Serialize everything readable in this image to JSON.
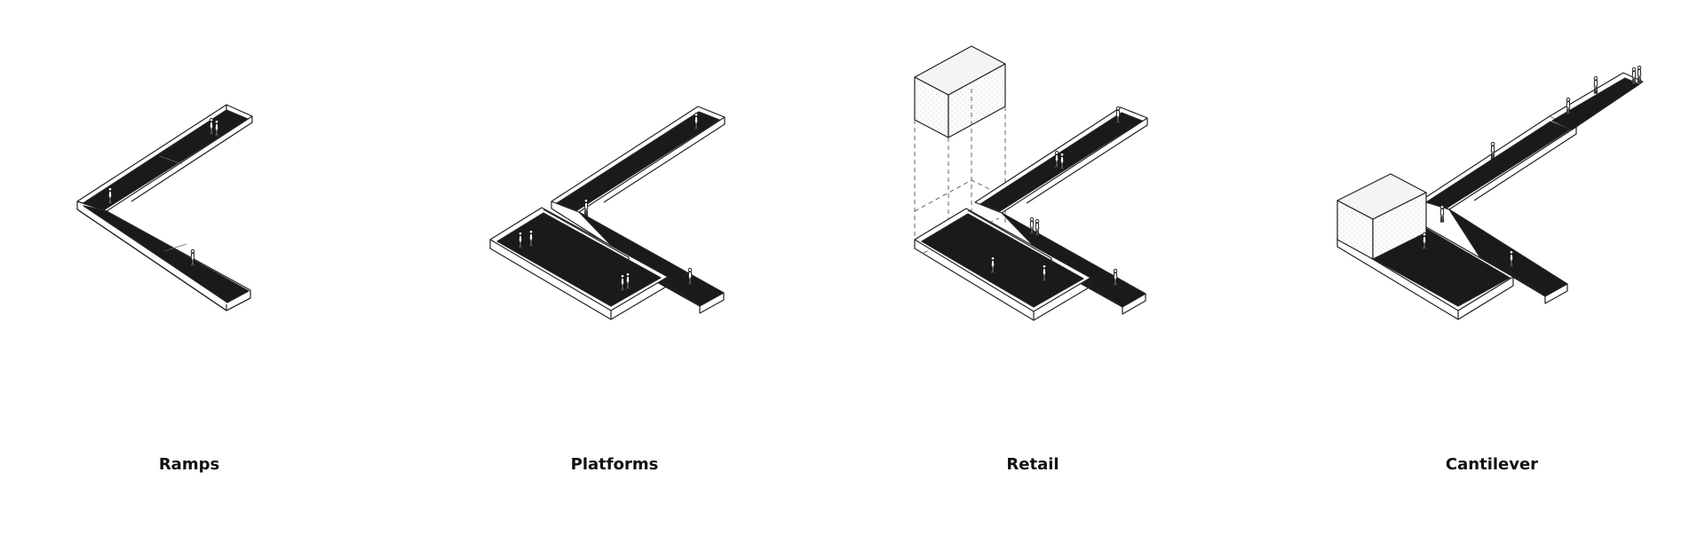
{
  "diagrams": [
    {
      "label": "Ramps"
    },
    {
      "label": "Platforms"
    },
    {
      "label": "Retail"
    },
    {
      "label": "Cantilever"
    }
  ],
  "colors": {
    "surface": "#1a1a1a",
    "outline": "#222222",
    "background": "#ffffff"
  }
}
